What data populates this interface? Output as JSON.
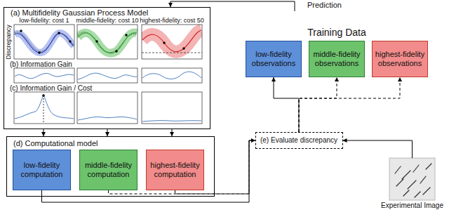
{
  "diagram": {
    "nodes": [
      {
        "text": [
          "(a) Multifidelity Gaussian Process Model"
        ]
      },
      {
        "text": [
          "Training Data"
        ]
      },
      {
        "text": [
          "low-fidelity observations"
        ],
        "in": 1
      },
      {
        "text": [
          "middle-fidelity observations"
        ],
        "in": 1
      },
      {
        "text": [
          "highest-fidelity observations"
        ],
        "in": 1
      },
      {
        "text": [
          "(d) Computational model"
        ]
      },
      {
        "text": [
          "low-fidelity computation"
        ],
        "in": 5
      },
      {
        "text": [
          "middle-fidelity computation"
        ],
        "in": 5
      },
      {
        "text": [
          "highest-fidelity computation"
        ],
        "in": 5
      },
      {
        "text": [
          "(e) Evaluate discrepancy"
        ]
      },
      {
        "text": [
          "Experimental Image"
        ]
      }
    ],
    "edges": [
      {
        "from": 1,
        "to": 0,
        "arrow": "to",
        "label": "Prediction"
      },
      {
        "from": 0,
        "to": 5,
        "arrow": "to"
      },
      {
        "from": 0,
        "to": 5,
        "arrow": "to"
      },
      {
        "from": 0,
        "to": 5,
        "arrow": "to"
      },
      {
        "from": 6,
        "to": 9,
        "arrow": "to"
      },
      {
        "from": 7,
        "to": 9,
        "arrow": "to"
      },
      {
        "from": 8,
        "to": 9,
        "arrow": "to"
      },
      {
        "from": 10,
        "to": 9,
        "arrow": "to"
      },
      {
        "from": 9,
        "to": 2,
        "arrow": "to"
      },
      {
        "from": 9,
        "to": 3,
        "arrow": "to"
      },
      {
        "from": 9,
        "to": 4,
        "arrow": "to"
      }
    ],
    "labels": [
      "low-fidelity: cost 1",
      "middle-fidelity: cost 10",
      "highest-fidelity: cost 50",
      "Discrepancy",
      "(b) Information Gain",
      "(c) Information Gain / Cost"
    ]
  }
}
